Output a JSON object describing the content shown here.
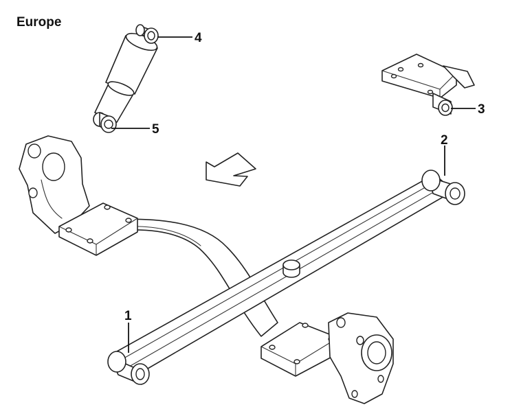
{
  "region_label": "Europe",
  "callouts": {
    "c1": "1",
    "c2": "2",
    "c3": "3",
    "c4": "4",
    "c5": "5"
  },
  "icons": {
    "direction_arrow": "direction-arrow-icon"
  }
}
